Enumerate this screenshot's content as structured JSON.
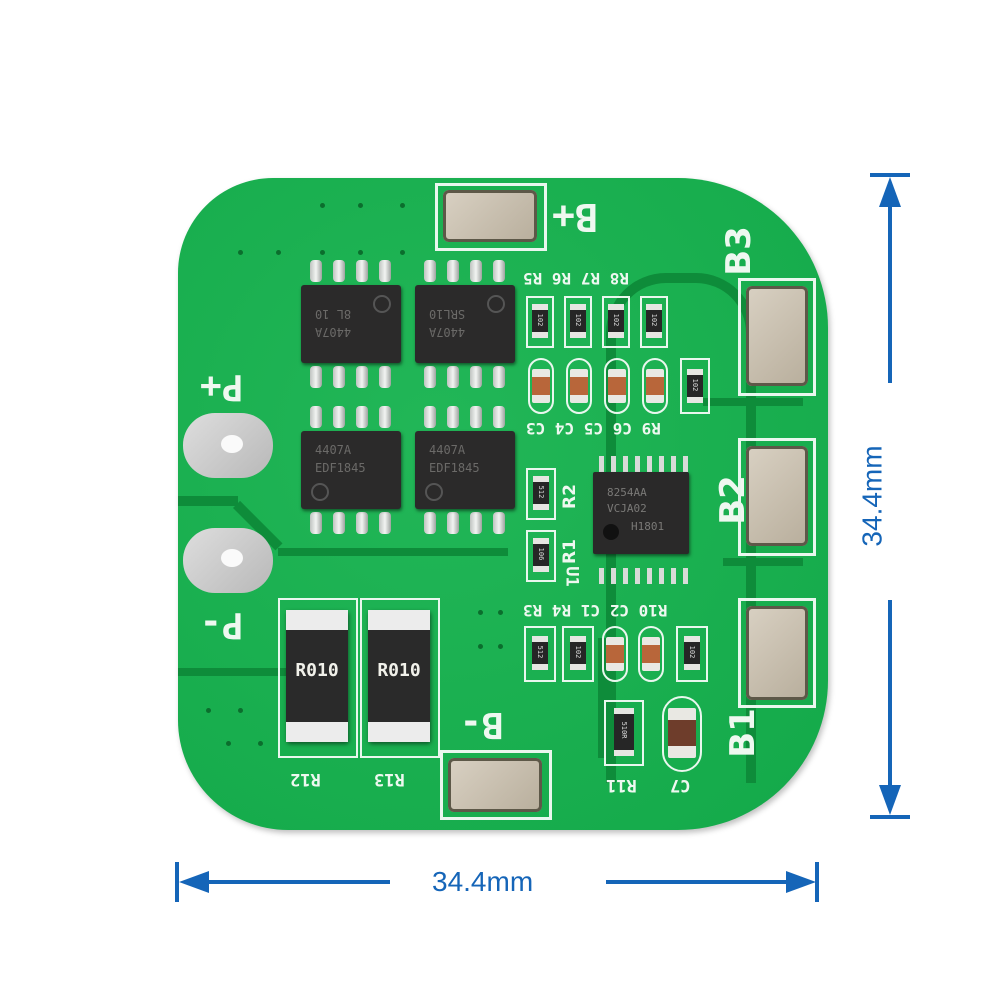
{
  "product": {
    "description": "4S Li-ion battery protection board (BMS) PCB",
    "board_color": "#14b24d",
    "silkscreen_color": "#eef8f0"
  },
  "dimensions": {
    "width_label": "34.4mm",
    "height_label": "34.4mm",
    "color": "#1565b8"
  },
  "terminals": {
    "b_plus": "B+",
    "b_minus": "B-",
    "p_plus": "P+",
    "p_minus": "P-",
    "b1": "B1",
    "b2": "B2",
    "b3": "B3"
  },
  "mosfets": [
    {
      "line1": "8L 10",
      "line2": "4407A"
    },
    {
      "line1": "SRL10",
      "line2": "4407A"
    },
    {
      "line1": "4407A",
      "line2": "EDF1845"
    },
    {
      "line1": "4407A",
      "line2": "EDF1845"
    }
  ],
  "controller_ic": {
    "ref": "U1",
    "line1": "8254AA",
    "line2": "VCJA02",
    "line3": "H1801"
  },
  "shunt_resistors": [
    {
      "ref": "R12",
      "value": "R010"
    },
    {
      "ref": "R13",
      "value": "R010"
    }
  ],
  "top_resistors": [
    {
      "ref": "R5",
      "value": "102"
    },
    {
      "ref": "R6",
      "value": "102"
    },
    {
      "ref": "R7",
      "value": "102"
    },
    {
      "ref": "R8",
      "value": "102"
    }
  ],
  "mid_row": [
    {
      "ref": "C3",
      "type": "cap"
    },
    {
      "ref": "C4",
      "type": "cap"
    },
    {
      "ref": "C5",
      "type": "cap"
    },
    {
      "ref": "C6",
      "type": "cap"
    },
    {
      "ref": "R9",
      "type": "res",
      "value": "102"
    }
  ],
  "side_resistors": [
    {
      "ref": "R2",
      "value": "512"
    },
    {
      "ref": "R1",
      "value": "106"
    }
  ],
  "bottom_row": [
    {
      "ref": "R3",
      "type": "res",
      "value": "512"
    },
    {
      "ref": "R4",
      "type": "res",
      "value": "102"
    },
    {
      "ref": "C1",
      "type": "cap"
    },
    {
      "ref": "C2",
      "type": "cap"
    },
    {
      "ref": "R10",
      "type": "res",
      "value": "102"
    }
  ],
  "lower_parts": [
    {
      "ref": "R11",
      "type": "res",
      "value": "510R"
    },
    {
      "ref": "C7",
      "type": "cap"
    }
  ],
  "labels": {
    "top_resistors_row": "R8 R7 R6 R5",
    "mid_row": "R9 C6 C5 C4 C3",
    "bottom_row": "R10 C2 C1 R4 R3",
    "r1": "R1",
    "r2": "R2",
    "u1": "U1",
    "r11": "R11",
    "c7": "C7",
    "r12": "R12",
    "r13": "R13"
  }
}
